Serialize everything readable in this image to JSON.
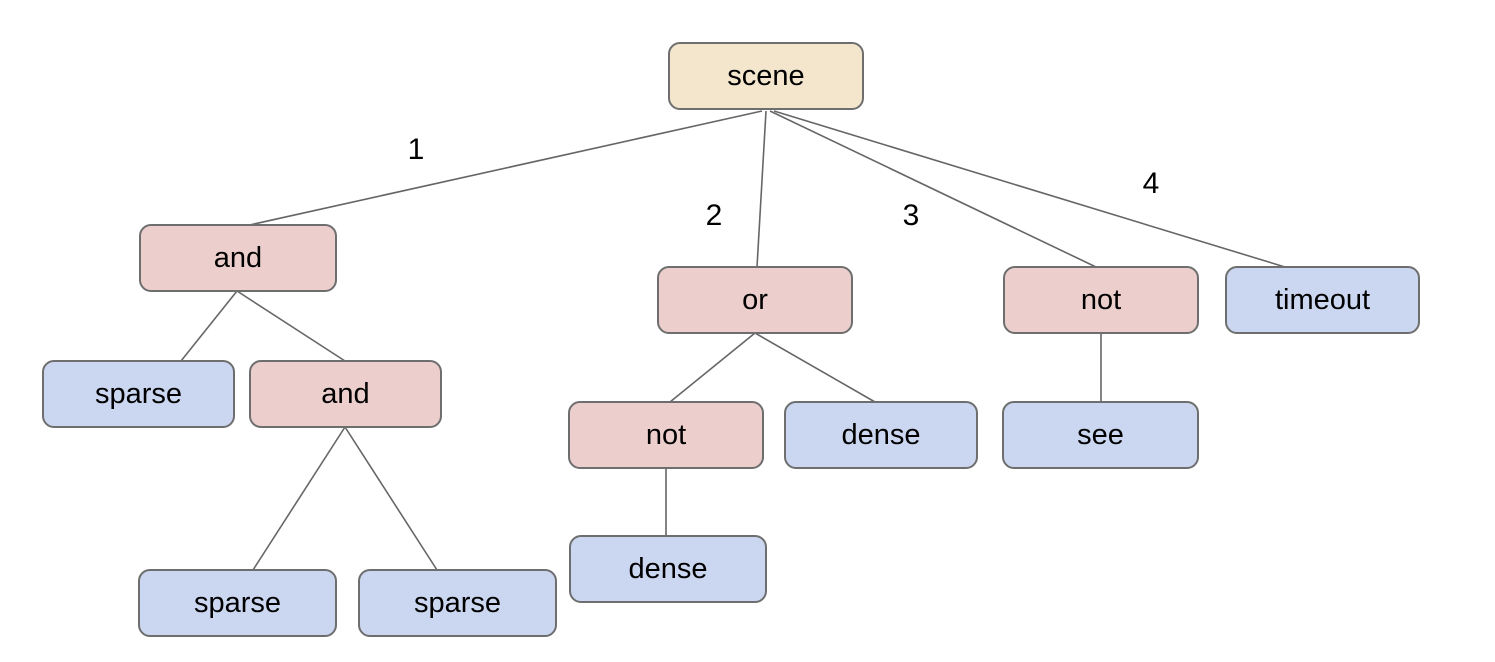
{
  "tree": {
    "colors": {
      "root_fill": "#f3e6cd",
      "operator_fill": "#eccfcd",
      "leaf_fill": "#cbd6f0",
      "node_border": "#6e6e6e",
      "edge_line": "#666666",
      "text": "#000000"
    },
    "nodes": [
      {
        "id": "scene",
        "label": "scene",
        "kind": "root"
      },
      {
        "id": "and-1",
        "label": "and",
        "kind": "operator"
      },
      {
        "id": "or-1",
        "label": "or",
        "kind": "operator"
      },
      {
        "id": "not-1",
        "label": "not",
        "kind": "operator"
      },
      {
        "id": "timeout-1",
        "label": "timeout",
        "kind": "leaf"
      },
      {
        "id": "sparse-1",
        "label": "sparse",
        "kind": "leaf"
      },
      {
        "id": "and-2",
        "label": "and",
        "kind": "operator"
      },
      {
        "id": "not-2",
        "label": "not",
        "kind": "operator"
      },
      {
        "id": "dense-1",
        "label": "dense",
        "kind": "leaf"
      },
      {
        "id": "see-1",
        "label": "see",
        "kind": "leaf"
      },
      {
        "id": "dense-2",
        "label": "dense",
        "kind": "leaf"
      },
      {
        "id": "sparse-2",
        "label": "sparse",
        "kind": "leaf"
      },
      {
        "id": "sparse-3",
        "label": "sparse",
        "kind": "leaf"
      }
    ],
    "edges": [
      {
        "from": "scene",
        "to": "and-1",
        "label": "1"
      },
      {
        "from": "scene",
        "to": "or-1",
        "label": "2"
      },
      {
        "from": "scene",
        "to": "not-1",
        "label": "3"
      },
      {
        "from": "scene",
        "to": "timeout-1",
        "label": "4"
      },
      {
        "from": "and-1",
        "to": "sparse-1",
        "label": ""
      },
      {
        "from": "and-1",
        "to": "and-2",
        "label": ""
      },
      {
        "from": "and-2",
        "to": "sparse-2",
        "label": ""
      },
      {
        "from": "and-2",
        "to": "sparse-3",
        "label": ""
      },
      {
        "from": "or-1",
        "to": "not-2",
        "label": ""
      },
      {
        "from": "or-1",
        "to": "dense-1",
        "label": ""
      },
      {
        "from": "not-1",
        "to": "see-1",
        "label": ""
      },
      {
        "from": "not-2",
        "to": "dense-2",
        "label": ""
      }
    ]
  }
}
